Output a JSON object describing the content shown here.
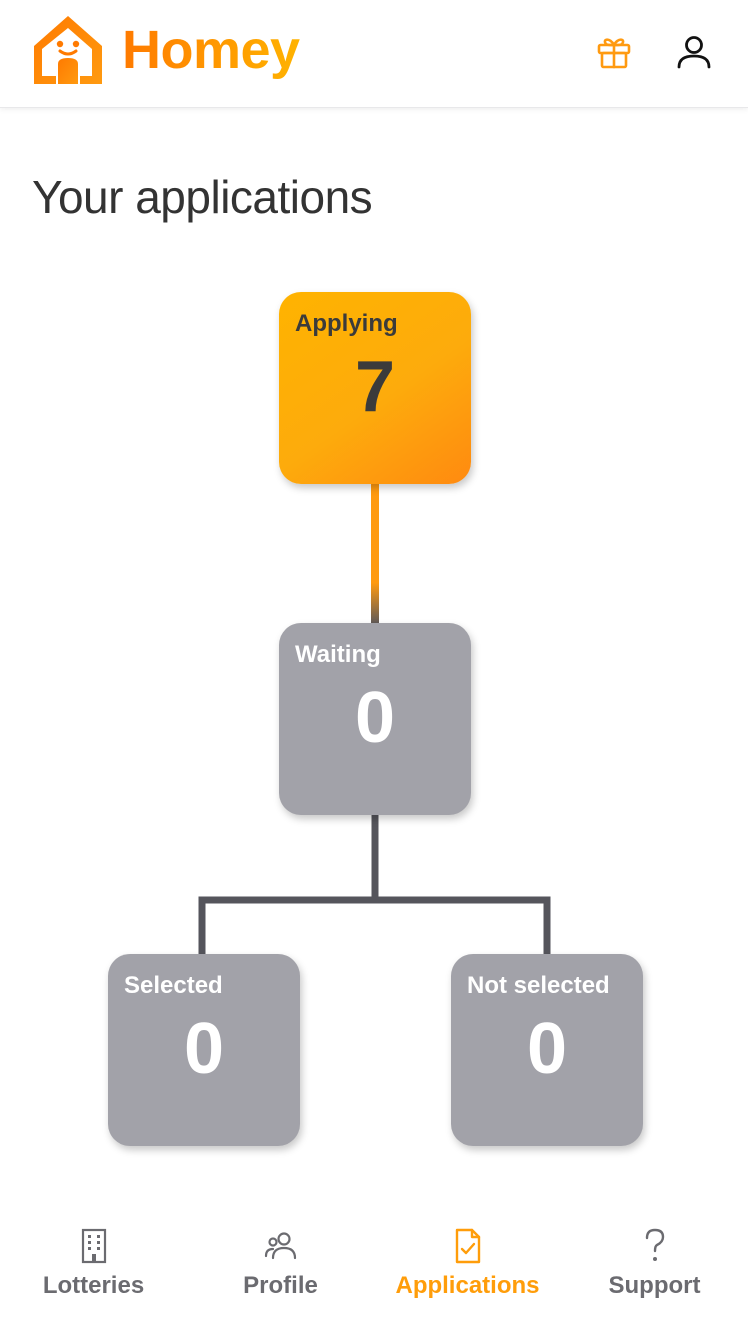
{
  "app": {
    "name": "Homey",
    "brand_color": "#ff9a10",
    "brand_gradient": [
      "#ff7a00",
      "#ffb300"
    ]
  },
  "header": {
    "gift_icon": "gift-icon",
    "account_icon": "user-icon"
  },
  "page": {
    "title": "Your applications"
  },
  "flow": {
    "applying": {
      "label": "Applying",
      "count": "7",
      "state": "active"
    },
    "waiting": {
      "label": "Waiting",
      "count": "0",
      "state": "inactive"
    },
    "selected": {
      "label": "Selected",
      "count": "0",
      "state": "inactive"
    },
    "not_selected": {
      "label": "Not selected",
      "count": "0",
      "state": "inactive"
    },
    "colors": {
      "active": "#fdab0c",
      "inactive": "#a2a2a9",
      "connector": "#55555c"
    }
  },
  "bottom_nav": {
    "active_color": "#ff9d0a",
    "inactive_color": "#6b6b70",
    "items": [
      {
        "label": "Lotteries",
        "icon": "building-icon",
        "active": false
      },
      {
        "label": "Profile",
        "icon": "people-icon",
        "active": false
      },
      {
        "label": "Applications",
        "icon": "document-check-icon",
        "active": true
      },
      {
        "label": "Support",
        "icon": "question-icon",
        "active": false
      }
    ]
  }
}
